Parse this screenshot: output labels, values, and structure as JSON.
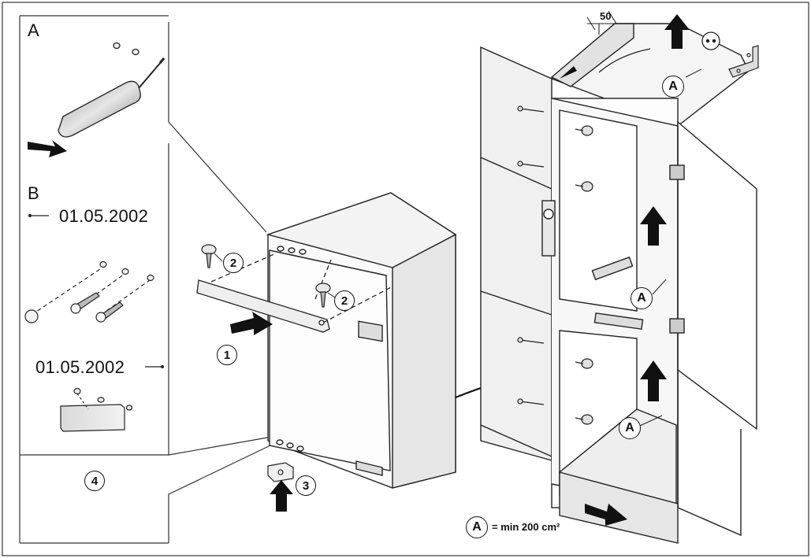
{
  "inset": {
    "label_a": "A",
    "label_b": "B",
    "date_top": "01.05.2002",
    "date_bottom": "01.05.2002",
    "step_4": "4"
  },
  "steps": {
    "step_1": "1",
    "step_2a": "2",
    "step_2b": "2",
    "step_3": "3"
  },
  "cabinet": {
    "clearance": "50",
    "vent_label": "A"
  },
  "legend": {
    "symbol": "A",
    "text": "= min 200 cm²"
  }
}
